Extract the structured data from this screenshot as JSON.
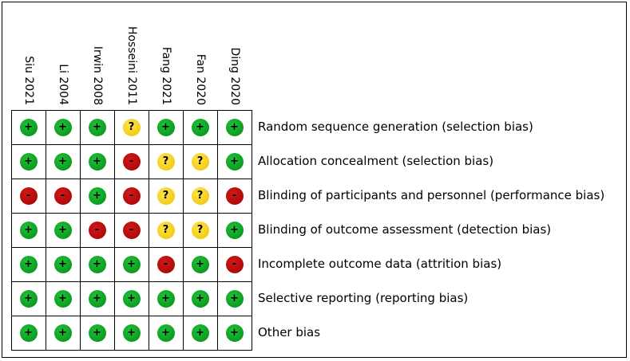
{
  "chart_data": {
    "type": "table",
    "studies": [
      "Siu 2021",
      "Li 2004",
      "Irwin 2008",
      "Hosseini 2011",
      "Fang 2021",
      "Fan 2020",
      "Ding 2020"
    ],
    "domains": [
      "Random sequence generation (selection bias)",
      "Allocation concealment (selection bias)",
      "Blinding of participants and personnel (performance bias)",
      "Blinding of outcome assessment (detection bias)",
      "Incomplete outcome data (attrition bias)",
      "Selective reporting (reporting bias)",
      "Other bias"
    ],
    "judgements": [
      [
        "low",
        "low",
        "low",
        "unclear",
        "low",
        "low",
        "low"
      ],
      [
        "low",
        "low",
        "low",
        "high",
        "unclear",
        "unclear",
        "low"
      ],
      [
        "high",
        "high",
        "low",
        "high",
        "unclear",
        "unclear",
        "high"
      ],
      [
        "low",
        "low",
        "high",
        "high",
        "unclear",
        "unclear",
        "low"
      ],
      [
        "low",
        "low",
        "low",
        "low",
        "high",
        "low",
        "high"
      ],
      [
        "low",
        "low",
        "low",
        "low",
        "low",
        "low",
        "low"
      ],
      [
        "low",
        "low",
        "low",
        "low",
        "low",
        "low",
        "low"
      ]
    ],
    "symbols": {
      "low": "+",
      "high": "-",
      "unclear": "?"
    },
    "colors": {
      "low": "#0fa624",
      "high": "#b80c0c",
      "unclear": "#f4cf1e"
    }
  }
}
